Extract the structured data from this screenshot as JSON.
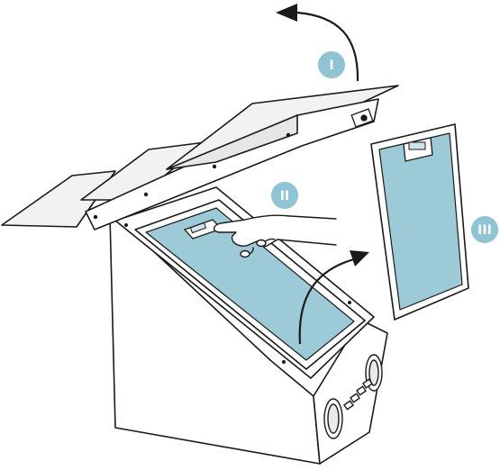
{
  "steps": [
    {
      "id": "step-1",
      "label": "I"
    },
    {
      "id": "step-2",
      "label": "II"
    },
    {
      "id": "step-3",
      "label": "III"
    }
  ],
  "colors": {
    "outline": "#1a1a1a",
    "panel_fill": "#f2f2f2",
    "housing_fill": "#ffffff",
    "filter_fill": "#9ccbd7",
    "badge_fill": "#8ec4d3",
    "panel_top_shade": "#e6e6e6"
  },
  "icons": {
    "rotate_arrow": "curved-arrow-icon",
    "remove_arrow": "curved-arrow-icon",
    "hand": "hand-icon"
  }
}
